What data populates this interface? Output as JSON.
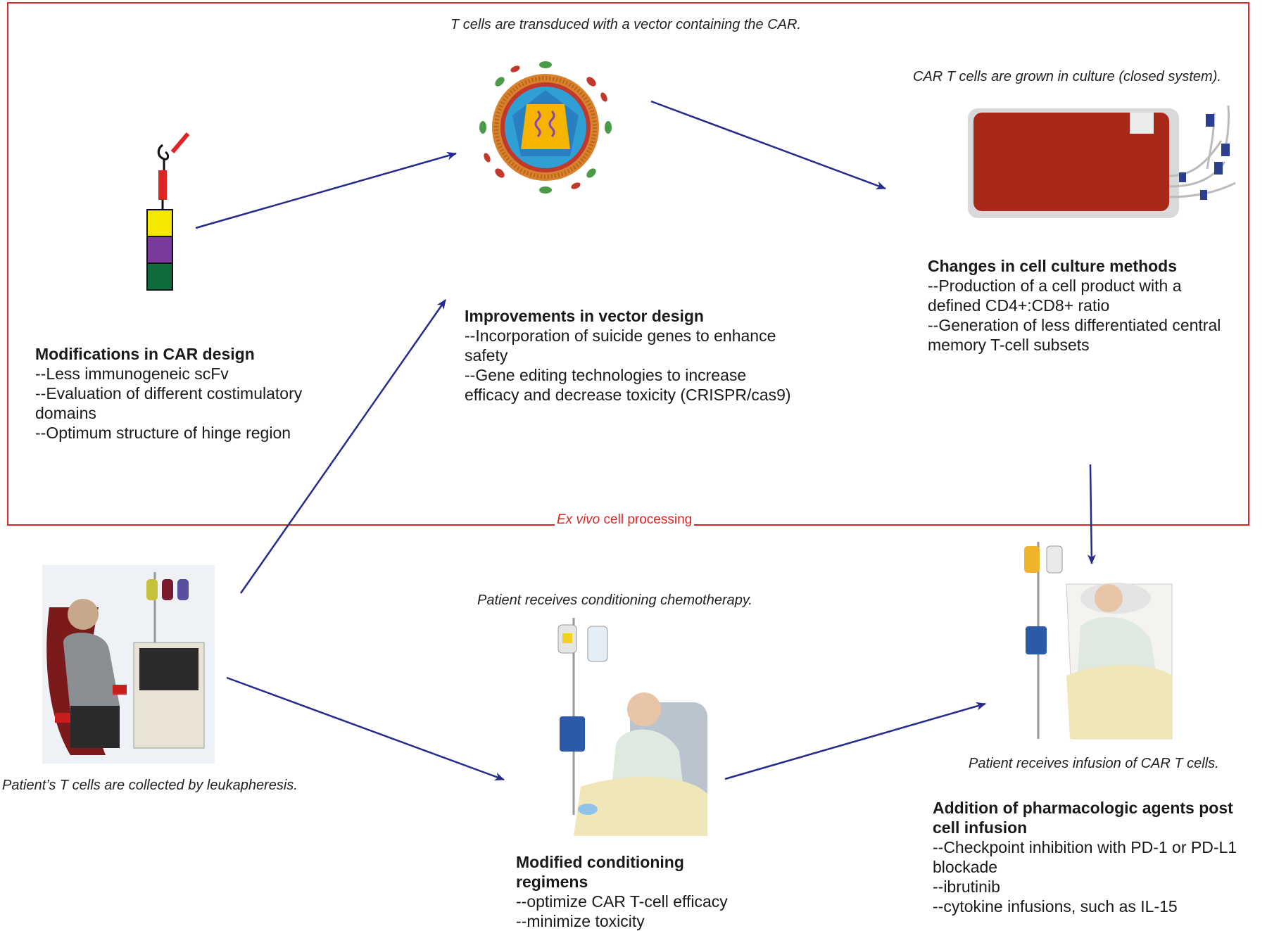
{
  "captions": {
    "transduction": "T cells are transduced with a vector containing the CAR.",
    "culture": "CAR T cells are grown in culture (closed system).",
    "leukapheresis": "Patient’s T cells are collected by leukapheresis.",
    "chemo": "Patient receives conditioning chemotherapy.",
    "infusion": "Patient receives infusion of CAR T cells."
  },
  "frame_label": {
    "italic": "Ex vivo",
    "rest": " cell processing"
  },
  "blocks": {
    "car_design": {
      "title": "Modifications in CAR design",
      "items": [
        "--Less immunogeneic scFv",
        "--Evaluation of different costimulatory domains",
        "--Optimum structure of hinge region"
      ]
    },
    "vector_design": {
      "title": "Improvements in vector design",
      "items": [
        "--Incorporation of suicide genes to enhance safety",
        "--Gene editing technologies to increase efficacy and decrease toxicity (CRISPR/cas9)"
      ]
    },
    "culture_methods": {
      "title": "Changes in cell culture methods",
      "items": [
        "--Production of a cell product with a defined CD4+:CD8+ ratio",
        "--Generation of less differentiated central memory T-cell subsets"
      ]
    },
    "conditioning": {
      "title": "Modified conditioning regimens",
      "items": [
        "--optimize CAR T-cell efficacy",
        "--minimize toxicity"
      ]
    },
    "pharmacologic": {
      "title": "Addition of pharmacologic agents post cell infusion",
      "items": [
        "--Checkpoint inhibition with PD-1 or PD-L1 blockade",
        "--ibrutinib",
        "--cytokine infusions, such as IL-15"
      ]
    }
  },
  "colors": {
    "frame": "#e02424",
    "arrow": "#262a8c",
    "car_yellow": "#f4e800",
    "car_purple": "#7b3b9e",
    "car_green": "#0d6b3c",
    "culture_bag": "#a8281a"
  },
  "icons": [
    "car-construct-icon",
    "viral-vector-icon",
    "culture-bag-icon",
    "leukapheresis-illustration",
    "chemotherapy-illustration",
    "infusion-illustration"
  ]
}
